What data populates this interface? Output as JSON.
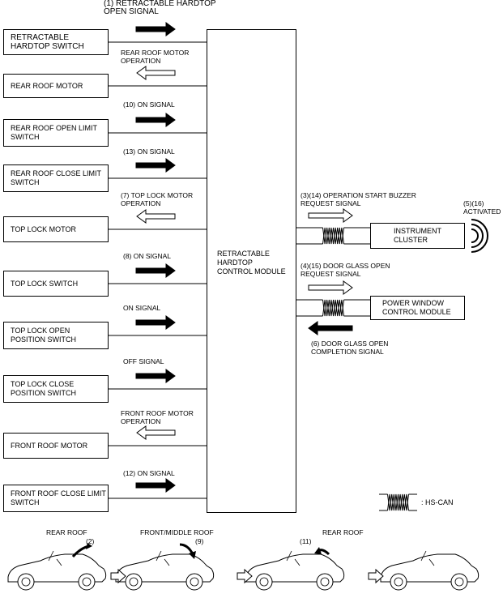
{
  "module": {
    "label": "RETRACTABLE\nHARDTOP\nCONTROL MODULE"
  },
  "left_components": [
    {
      "label": "RETRACTABLE\nHARDTOP SWITCH",
      "signal": "(1) RETRACTABLE HARDTOP\nOPEN SIGNAL",
      "direction": "to-module",
      "arrow": "filled"
    },
    {
      "label": "REAR ROOF MOTOR",
      "signal": "REAR ROOF MOTOR\nOPERATION",
      "direction": "from-module",
      "arrow": "outline"
    },
    {
      "label": "REAR ROOF OPEN LIMIT\nSWITCH",
      "signal": "(10) ON SIGNAL",
      "direction": "to-module",
      "arrow": "filled"
    },
    {
      "label": "REAR ROOF CLOSE LIMIT\nSWITCH",
      "signal": "(13)  ON SIGNAL",
      "direction": "to-module",
      "arrow": "filled"
    },
    {
      "label": "TOP LOCK MOTOR",
      "signal": "(7)  TOP LOCK MOTOR\nOPERATION",
      "direction": "from-module",
      "arrow": "outline"
    },
    {
      "label": "TOP LOCK SWITCH",
      "signal": "(8)  ON SIGNAL",
      "direction": "to-module",
      "arrow": "filled"
    },
    {
      "label": "TOP LOCK OPEN\nPOSITION SWITCH",
      "signal": "ON SIGNAL",
      "direction": "to-module",
      "arrow": "filled"
    },
    {
      "label": "TOP LOCK CLOSE\nPOSITION SWITCH",
      "signal": "OFF SIGNAL",
      "direction": "to-module",
      "arrow": "filled"
    },
    {
      "label": "FRONT ROOF MOTOR",
      "signal": "FRONT ROOF MOTOR\nOPERATION",
      "direction": "from-module",
      "arrow": "outline"
    },
    {
      "label": "FRONT ROOF CLOSE LIMIT\nSWITCH",
      "signal": "(12) ON SIGNAL",
      "direction": "to-module",
      "arrow": "filled"
    }
  ],
  "right_components": [
    {
      "label": "INSTRUMENT\nCLUSTER",
      "signal_out": "(3)(14) OPERATION START BUZZER\nREQUEST SIGNAL",
      "note": "(5)(16)\nACTIVATED"
    },
    {
      "label": "POWER WINDOW\nCONTROL MODULE",
      "signal_out": "(4)(15) DOOR GLASS OPEN\nREQUEST SIGNAL",
      "signal_in": "(6) DOOR GLASS OPEN\nCOMPLETION SIGNAL"
    }
  ],
  "legend": {
    "label": ": HS-CAN"
  },
  "sequence": [
    {
      "label": "REAR ROOF",
      "step": "(2)"
    },
    {
      "label": "FRONT/MIDDLE ROOF",
      "step": "(9)"
    },
    {
      "label": "REAR ROOF",
      "step": "(11)"
    },
    {
      "label": "",
      "step": ""
    }
  ]
}
